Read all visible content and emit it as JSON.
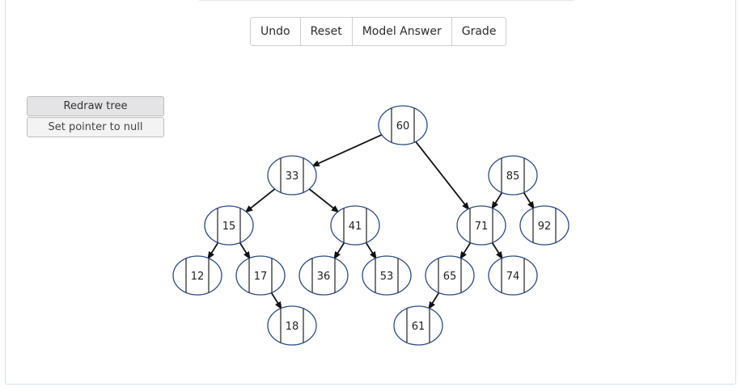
{
  "toolbar": {
    "undo": "Undo",
    "reset": "Reset",
    "model_answer": "Model Answer",
    "grade": "Grade"
  },
  "side": {
    "redraw": "Redraw tree",
    "set_null": "Set pointer to null"
  },
  "tree": {
    "nodes": [
      "60",
      "33",
      "85",
      "15",
      "41",
      "71",
      "92",
      "12",
      "17",
      "36",
      "53",
      "65",
      "74",
      "18",
      "61"
    ],
    "edges": [
      [
        "60",
        "33"
      ],
      [
        "60",
        "71"
      ],
      [
        "85",
        "71"
      ],
      [
        "85",
        "92"
      ],
      [
        "33",
        "15"
      ],
      [
        "33",
        "41"
      ],
      [
        "15",
        "12"
      ],
      [
        "15",
        "17"
      ],
      [
        "41",
        "36"
      ],
      [
        "41",
        "53"
      ],
      [
        "71",
        "65"
      ],
      [
        "71",
        "74"
      ],
      [
        "17",
        "18"
      ],
      [
        "65",
        "61"
      ]
    ]
  }
}
